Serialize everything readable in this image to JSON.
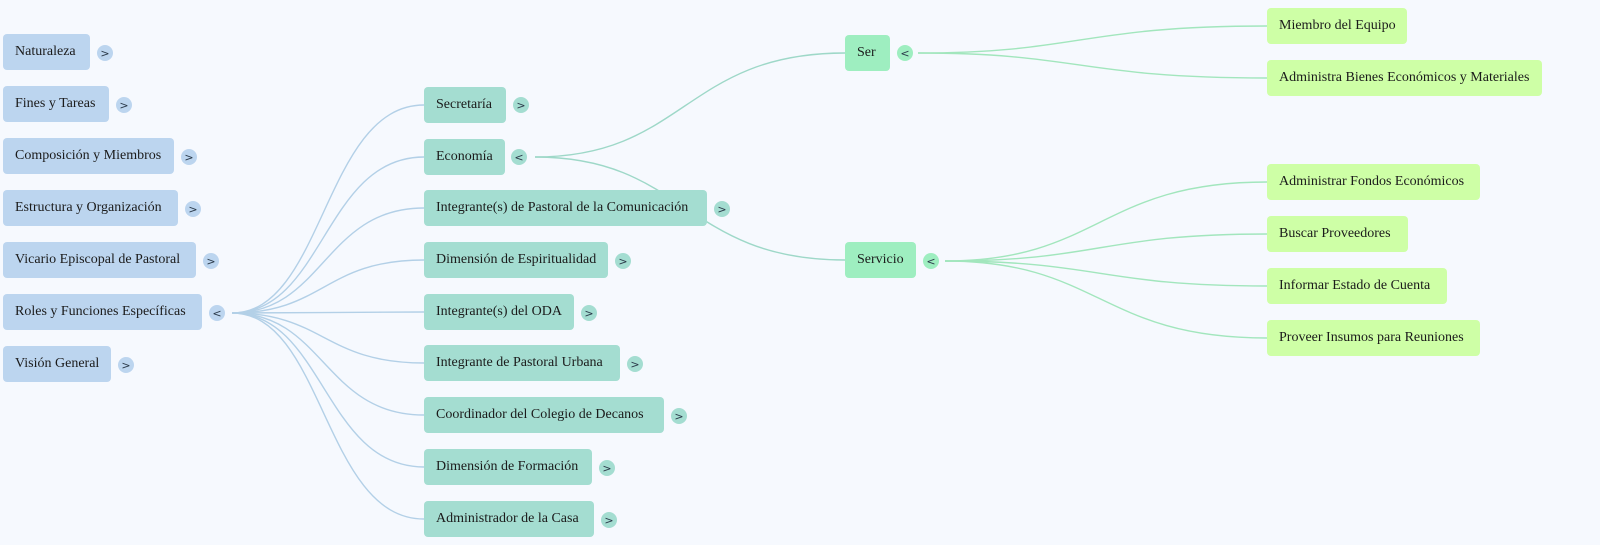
{
  "mindmap": {
    "root_items": [
      {
        "label": "Naturaleza",
        "toggle": ">"
      },
      {
        "label": "Fines y Tareas",
        "toggle": ">"
      },
      {
        "label": "Composición y Miembros",
        "toggle": ">"
      },
      {
        "label": "Estructura y Organización",
        "toggle": ">"
      },
      {
        "label": "Vicario Episcopal de Pastoral",
        "toggle": ">"
      },
      {
        "label": "Roles y Funciones Específicas",
        "toggle": "<"
      },
      {
        "label": "Visión General",
        "toggle": ">"
      }
    ],
    "roles": [
      {
        "label": "Secretaría",
        "toggle": ">"
      },
      {
        "label": "Economía",
        "toggle": "<"
      },
      {
        "label": "Integrante(s) de Pastoral de la Comunicación",
        "toggle": ">"
      },
      {
        "label": "Dimensión de Espiritualidad",
        "toggle": ">"
      },
      {
        "label": "Integrante(s) del ODA",
        "toggle": ">"
      },
      {
        "label": "Integrante de Pastoral Urbana",
        "toggle": ">"
      },
      {
        "label": "Coordinador del Colegio de Decanos",
        "toggle": ">"
      },
      {
        "label": "Dimensión de Formación",
        "toggle": ">"
      },
      {
        "label": "Administrador de la Casa",
        "toggle": ">"
      }
    ],
    "economia_children": [
      {
        "label": "Ser",
        "toggle": "<"
      },
      {
        "label": "Servicio",
        "toggle": "<"
      }
    ],
    "ser_children": [
      {
        "label": "Miembro del Equipo"
      },
      {
        "label": "Administra Bienes Económicos y Materiales"
      }
    ],
    "servicio_children": [
      {
        "label": "Administrar Fondos Económicos"
      },
      {
        "label": "Buscar Proveedores"
      },
      {
        "label": "Informar Estado de Cuenta"
      },
      {
        "label": "Proveer Insumos para Reuniones"
      }
    ]
  },
  "colors": {
    "background": "#f6f9fe",
    "level1": "#bcd5ef",
    "level2": "#a4ddd1",
    "level3": "#9eeec0",
    "level4": "#ceffa6"
  }
}
